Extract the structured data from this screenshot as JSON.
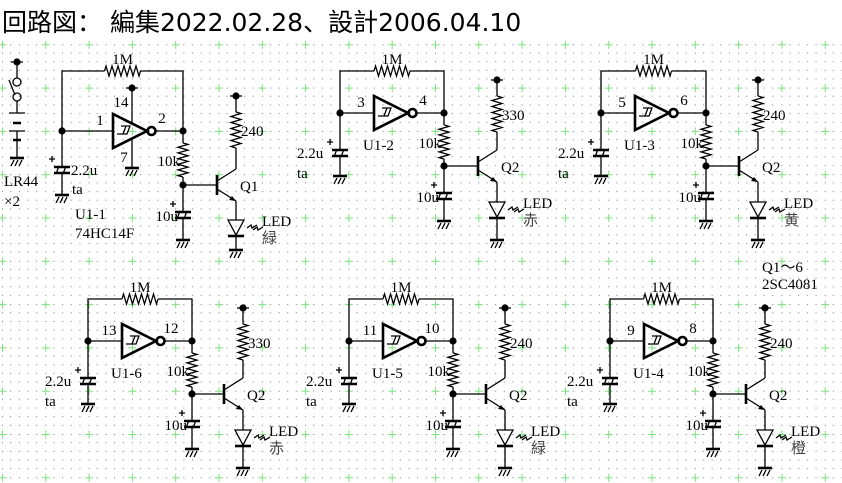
{
  "title": "回路図： 編集2022.02.28、設計2006.04.10",
  "battery": {
    "name": "LR44",
    "count": "×2"
  },
  "transistor_note": {
    "range": "Q1～6",
    "part": "2SC4081"
  },
  "stages": [
    {
      "unit": "U1-1",
      "ic": "74HC14F",
      "pin_in": "1",
      "pin_out": "2",
      "pin_vcc": "14",
      "pin_gnd": "7",
      "r_fb": "1M",
      "c_timing": "2.2u",
      "c_type": "ta",
      "r_base": "10k",
      "c_base": "10u",
      "r_led": "240",
      "q": "Q1",
      "led": "LED",
      "color": "緑"
    },
    {
      "unit": "U1-2",
      "pin_in": "3",
      "pin_out": "4",
      "r_fb": "1M",
      "c_timing": "2.2u",
      "c_type": "ta",
      "r_base": "10k",
      "c_base": "10u",
      "r_led": "330",
      "q": "Q2",
      "led": "LED",
      "color": "赤"
    },
    {
      "unit": "U1-3",
      "pin_in": "5",
      "pin_out": "6",
      "r_fb": "1M",
      "c_timing": "2.2u",
      "c_type": "ta",
      "r_base": "10k",
      "c_base": "10u",
      "r_led": "240",
      "q": "Q2",
      "led": "LED",
      "color": "黄"
    },
    {
      "unit": "U1-6",
      "pin_in": "13",
      "pin_out": "12",
      "r_fb": "1M",
      "c_timing": "2.2u",
      "c_type": "ta",
      "r_base": "10k",
      "c_base": "10u",
      "r_led": "330",
      "q": "Q2",
      "led": "LED",
      "color": "赤"
    },
    {
      "unit": "U1-5",
      "pin_in": "11",
      "pin_out": "10",
      "r_fb": "1M",
      "c_timing": "2.2u",
      "c_type": "ta",
      "r_base": "10k",
      "c_base": "10u",
      "r_led": "240",
      "q": "Q2",
      "led": "LED",
      "color": "緑"
    },
    {
      "unit": "U1-4",
      "pin_in": "9",
      "pin_out": "8",
      "r_fb": "1M",
      "c_timing": "2.2u",
      "c_type": "ta",
      "r_base": "10k",
      "c_base": "10u",
      "r_led": "240",
      "q": "Q2",
      "led": "LED",
      "color": "橙"
    }
  ]
}
